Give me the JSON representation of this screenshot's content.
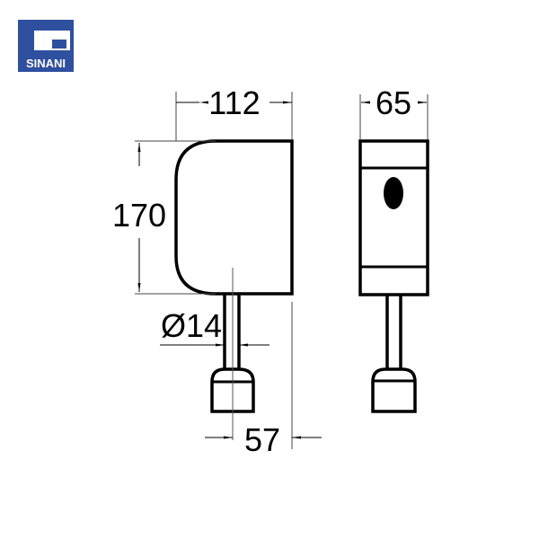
{
  "logo": {
    "text": "SINANI",
    "color": "#2f4f9f"
  },
  "front_view": {
    "width_label": "112",
    "height_label": "170",
    "pipe_diameter_label": "Ø14",
    "pipe_offset_label": "57"
  },
  "side_view": {
    "width_label": "65"
  },
  "colors": {
    "line": "#000000",
    "dim_line": "#333333",
    "background": "#ffffff"
  }
}
